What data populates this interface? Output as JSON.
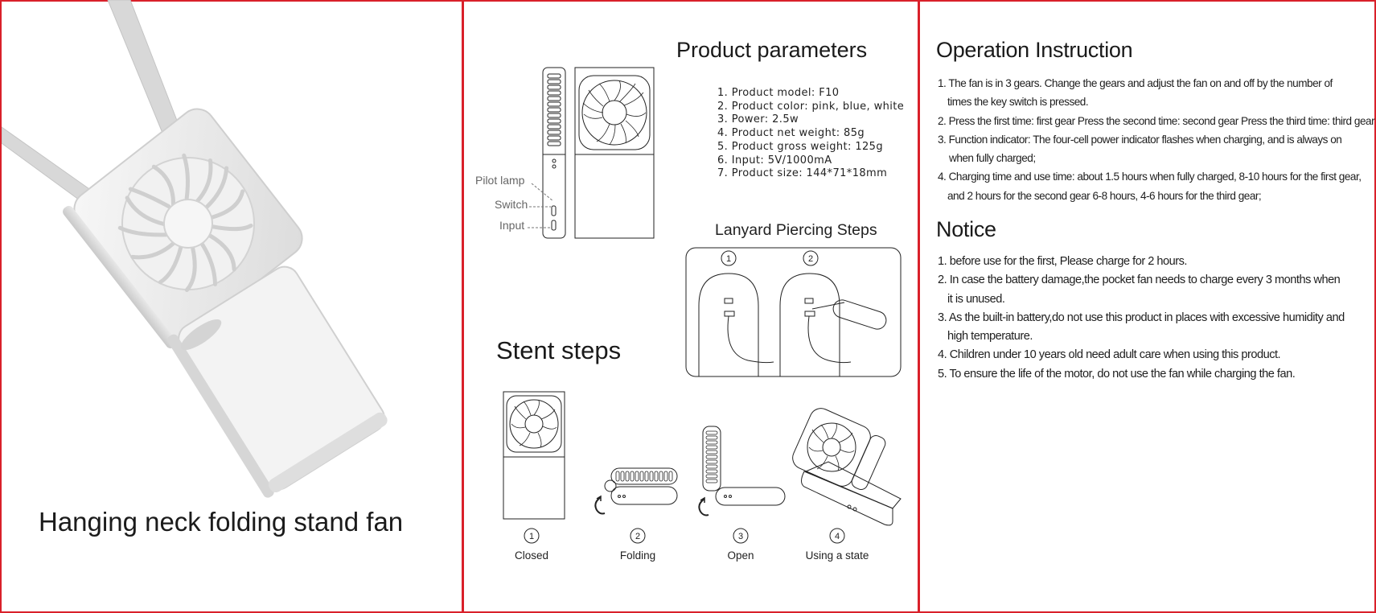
{
  "product_title": "Hanging neck folding stand fan",
  "parameters": {
    "heading": "Product parameters",
    "items": [
      "1. Product model: F10",
      "2. Product color: pink, blue, white",
      "3. Power: 2.5w",
      "4. Product net weight: 85g",
      "5. Product gross weight: 125g",
      "6. Input: 5V/1000mA",
      "7. Product size: 144*71*18mm"
    ]
  },
  "callouts": {
    "pilot_lamp": "Pilot lamp",
    "switch": "Switch",
    "input": "Input"
  },
  "lanyard": {
    "heading": "Lanyard Piercing Steps",
    "step1": "1",
    "step2": "2"
  },
  "stent": {
    "heading": "Stent steps",
    "steps": [
      {
        "number": "1",
        "label": "Closed"
      },
      {
        "number": "2",
        "label": "Folding"
      },
      {
        "number": "3",
        "label": "Open"
      },
      {
        "number": "4",
        "label": "Using a state"
      }
    ]
  },
  "operation": {
    "heading": "Operation Instruction",
    "items": [
      [
        "1. The fan is in 3 gears. Change the gears and adjust the fan on and off by the number of",
        "times the key switch is pressed."
      ],
      [
        "2. Press the first time: first gear Press the second time: second gear Press the third time: third gear"
      ],
      [
        "3. Function indicator: The four-cell power indicator flashes when charging, and is always on",
        "when fully charged;"
      ],
      [
        "4. Charging time and use time: about 1.5 hours when fully charged, 8-10 hours for the first gear,",
        "and 2 hours for the second gear 6-8 hours, 4-6 hours for the third gear;"
      ]
    ]
  },
  "notice": {
    "heading": "Notice",
    "items": [
      [
        "1. before use for the first, Please charge for 2 hours."
      ],
      [
        "2. In case the battery damage,the pocket fan needs to charge every 3 months when",
        "it is unused."
      ],
      [
        "3. As the built-in battery,do not use this product in places with excessive humidity and",
        "high temperature."
      ],
      [
        "4. Children under 10 years old need adult care when using this product."
      ],
      [
        "5. To ensure the life of the motor, do not use the fan while charging the fan."
      ]
    ]
  },
  "colors": {
    "frame_red": "#d9202a",
    "text": "#1f1f1f"
  }
}
